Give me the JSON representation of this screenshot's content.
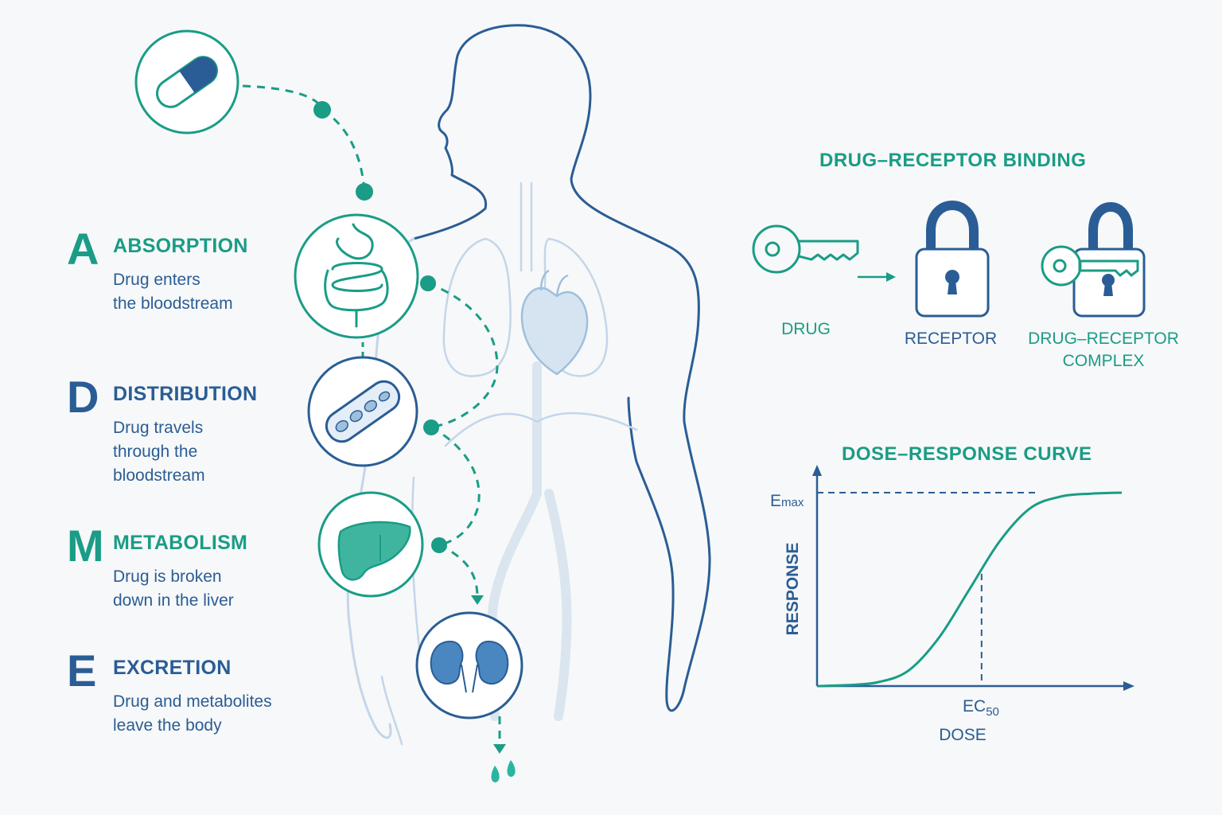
{
  "stages": [
    {
      "letter": "A",
      "title": "ABSORPTION",
      "description": "Drug enters\nthe bloodstream"
    },
    {
      "letter": "D",
      "title": "DISTRIBUTION",
      "description": "Drug travels\nthrough the\nbloodstream"
    },
    {
      "letter": "M",
      "title": "METABOLISM",
      "description": "Drug is broken\ndown in the liver"
    },
    {
      "letter": "E",
      "title": "EXCRETION",
      "description": "Drug and metabolites\nleave the body"
    }
  ],
  "binding": {
    "title": "DRUG–RECEPTOR BINDING",
    "drug_label": "DRUG",
    "receptor_label": "RECEPTOR",
    "complex_label": "DRUG–RECEPTOR\nCOMPLEX"
  },
  "dose_response": {
    "title": "DOSE–RESPONSE CURVE",
    "emax_label": "E",
    "emax_sub": "max",
    "ec50_label": "EC",
    "ec50_sub": "50",
    "xlabel": "DOSE",
    "ylabel": "RESPONSE"
  },
  "chart_data": {
    "type": "line",
    "title": "DOSE–RESPONSE CURVE",
    "xlabel": "DOSE",
    "ylabel": "RESPONSE",
    "series": [
      {
        "x": [
          0,
          0.1,
          0.2,
          0.3,
          0.4,
          0.5,
          0.6,
          0.7,
          0.8,
          0.9,
          1.0
        ],
        "values": [
          0.0,
          0.005,
          0.02,
          0.08,
          0.25,
          0.5,
          0.75,
          0.92,
          0.98,
          0.995,
          1.0
        ]
      }
    ],
    "annotations": [
      "Emax",
      "EC50"
    ]
  },
  "colors": {
    "teal": "#1a9c86",
    "blue": "#2a5d95",
    "light_blue": "#c3d6ea"
  },
  "icons": [
    "capsule-icon",
    "digestive-system-icon",
    "blood-vessel-icon",
    "liver-icon",
    "kidneys-icon",
    "key-icon",
    "padlock-icon",
    "key-in-lock-icon",
    "heart-icon",
    "lungs-icon"
  ]
}
